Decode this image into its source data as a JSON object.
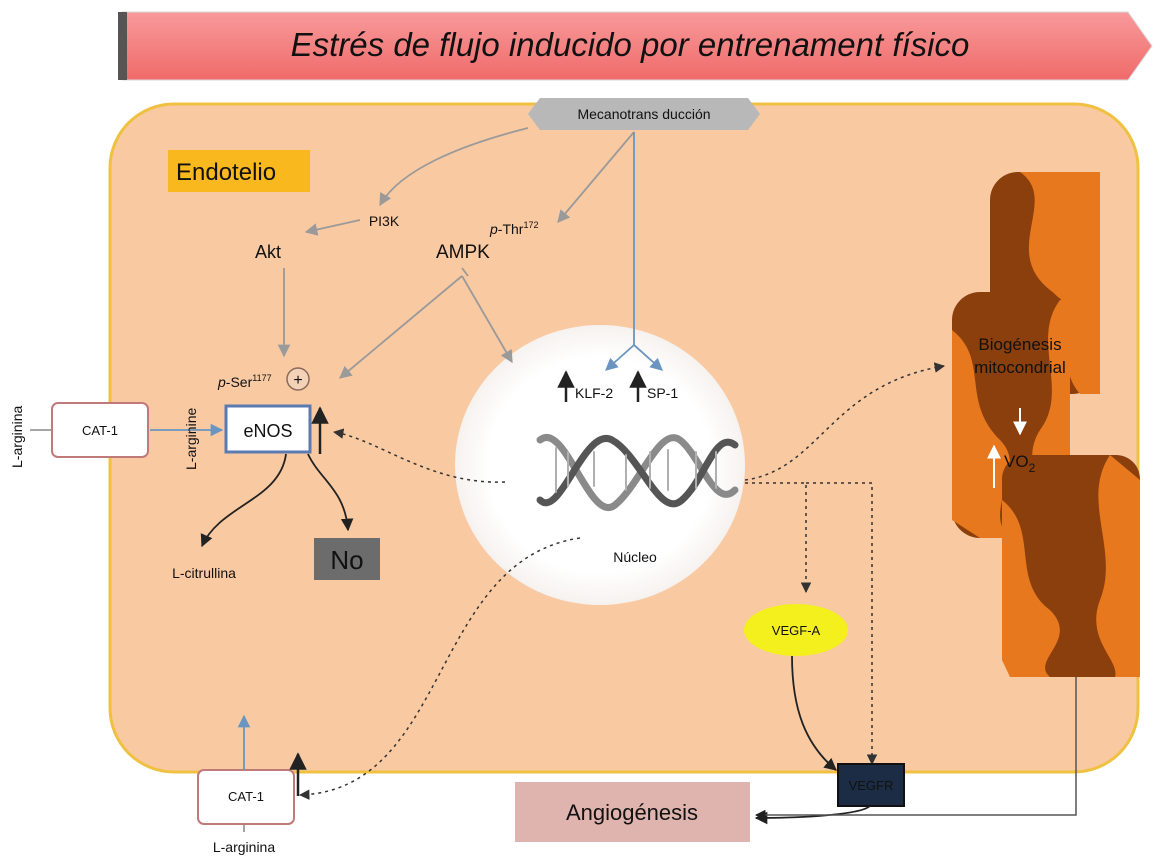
{
  "banner": {
    "text": "Estrés de flujo inducido por entrenament físico"
  },
  "mechano": {
    "text": "Mecanotrans ducción"
  },
  "endotelio": {
    "text": "Endotelio"
  },
  "pi3k": "PI3K",
  "akt": "Akt",
  "ampk": "AMPK",
  "pthr": {
    "prefix": "p",
    "main": "-Thr",
    "sup": "172"
  },
  "pser": {
    "prefix": "p",
    "main": "-Ser",
    "sup": "1177"
  },
  "plus": "+",
  "larg_left": "L-arginina",
  "cat1_top": "CAT-1",
  "larg_vertical": "L-arginine",
  "enos": "eNOS",
  "lcitrullina": "L-citrullina",
  "no": "No",
  "klf2": "KLF-2",
  "sp1": "SP-1",
  "nucleo": "Núcleo",
  "bio_line1": "Biogénesis",
  "bio_line2": "mitocondrial",
  "vo2": {
    "main": "VO",
    "sub": "2"
  },
  "vegfa": "VEGF-A",
  "vegfr": "VEGFR",
  "angio": "Angiogénesis",
  "cat1_bottom": "CAT-1",
  "larg_bottom": "L-arginina",
  "colors": {
    "cell_fill": "#f9c9a2",
    "cell_border": "#f0c040",
    "banner": "#f47a7a",
    "endotelio_bg": "#f9b81e",
    "mito_dark": "#8a3f0c",
    "mito_light": "#e8781e",
    "vegfa": "#f4f01e",
    "vegfr": "#1c2c44",
    "no_box": "#6c6c6c",
    "angio_box": "#dfb4ae",
    "cat_text": "#4f7fbf",
    "arrow_blue": "#6a95c0",
    "arrow_grey": "#9a9a9a"
  }
}
